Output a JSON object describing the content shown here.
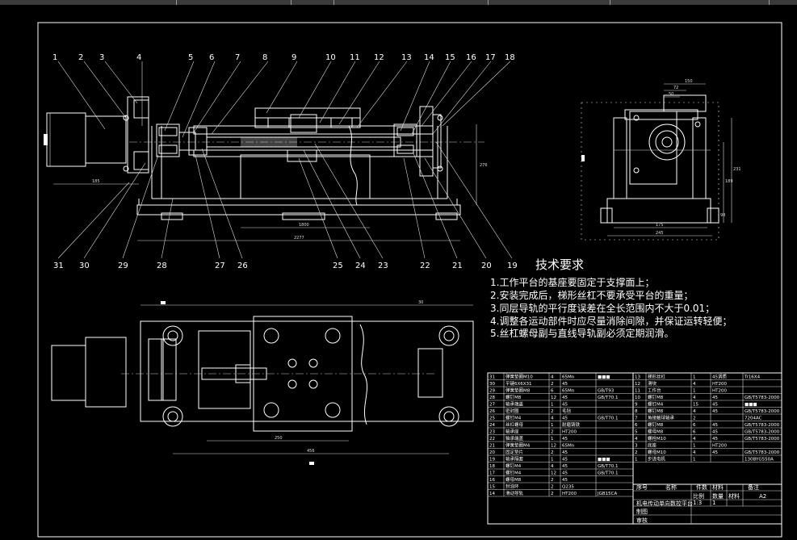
{
  "requirements": {
    "title": "技术要求",
    "items": [
      "1.工作平台的基座要固定于支撑面上；",
      "2.安装完成后，梯形丝杠不要承受平台的重量；",
      "3.同层导轨的平行度误差在全长范围内不大于0.01；",
      "4.调整各运动部件时应尽量消除间隙，并保证运转轻便；",
      "5.丝杠螺母副与直线导轨副必须定期润滑。"
    ]
  },
  "callouts_top": [
    "1",
    "2",
    "3",
    "4",
    "5",
    "6",
    "7",
    "8",
    "9",
    "10",
    "11",
    "12",
    "13",
    "14",
    "15",
    "16",
    "17",
    "18"
  ],
  "callouts_bottom": [
    "31",
    "30",
    "29",
    "28",
    "27",
    "26",
    "25",
    "24",
    "23",
    "22",
    "21",
    "20",
    "19"
  ],
  "dims_front": {
    "d1": "1800",
    "d2": "2277",
    "d3": "185",
    "d4": "276"
  },
  "dims_side": {
    "w1": "150",
    "w2": "72",
    "w3": "50",
    "b1": "175",
    "b2": "245",
    "h1": "189",
    "h2": "231",
    "h3": "98"
  },
  "dims_plan": {
    "a": "250",
    "b": "456",
    "c": "30"
  },
  "bom_left": [
    [
      "31",
      "弹簧垫圈M10",
      "4",
      "65Mn",
      "■■■"
    ],
    [
      "30",
      "平键6X6X31",
      "2",
      "45",
      ""
    ],
    [
      "29",
      "弹簧垫圈M8",
      "6",
      "65Mn",
      "GB/T93"
    ],
    [
      "28",
      "螺钉M8",
      "12",
      "45",
      "GB/T70.1"
    ],
    [
      "27",
      "轴承端盖",
      "1",
      "45",
      ""
    ],
    [
      "26",
      "密封圈",
      "2",
      "毛毡",
      ""
    ],
    [
      "25",
      "螺钉M4",
      "4",
      "45",
      "GB/T70.1"
    ],
    [
      "24",
      "丝杠螺母",
      "1",
      "耐磨铸铁",
      ""
    ],
    [
      "23",
      "轴承座",
      "2",
      "HT200",
      ""
    ],
    [
      "22",
      "轴承端盖",
      "1",
      "45",
      ""
    ],
    [
      "21",
      "弹簧垫圈M4",
      "12",
      "65Mn",
      ""
    ],
    [
      "20",
      "固定垫片",
      "2",
      "45",
      ""
    ],
    [
      "19",
      "轴承隔套",
      "1",
      "45",
      "■■■"
    ],
    [
      "18",
      "螺钉M4",
      "4",
      "45",
      "GB/T70.1"
    ],
    [
      "17",
      "螺钉M4",
      "12",
      "45",
      "GB/T70.1"
    ],
    [
      "16",
      "螺母M8",
      "2",
      "45",
      ""
    ],
    [
      "15",
      "封油环",
      "2",
      "Q235",
      ""
    ],
    [
      "14",
      "滑动导轨",
      "2",
      "HT200",
      "JGB15CA"
    ]
  ],
  "bom_right": [
    [
      "13",
      "梯形丝杠",
      "1",
      "45调质",
      "Tr16X4"
    ],
    [
      "12",
      "滑块",
      "4",
      "HT200",
      ""
    ],
    [
      "11",
      "工作台",
      "1",
      "HT200",
      ""
    ],
    [
      "10",
      "螺钉M8",
      "4",
      "45",
      "GB/T5783-2000"
    ],
    [
      "9",
      "螺钉M4",
      "15",
      "45",
      "■■■"
    ],
    [
      "8",
      "螺钉M8",
      "4",
      "45",
      "GB/T5783-2000"
    ],
    [
      "7",
      "角接触球轴承",
      "2",
      "",
      "7204AC"
    ],
    [
      "6",
      "螺钉M8",
      "6",
      "45",
      "GB/T5783-2000"
    ],
    [
      "5",
      "螺母M8",
      "6",
      "45",
      "GB/T5783-2000"
    ],
    [
      "4",
      "螺栓M10",
      "4",
      "45",
      "GB/T5783-2000"
    ],
    [
      "3",
      "底座",
      "1",
      "HT200",
      ""
    ],
    [
      "2",
      "螺母M10",
      "4",
      "45",
      "GB/T5783-2000"
    ],
    [
      "1",
      "步进电机",
      "1",
      "",
      "130BYG550A"
    ]
  ],
  "title_block": {
    "col_seq": "序号",
    "col_name": "名称",
    "col_qty": "件数",
    "col_mat": "材料",
    "col_note": "备注",
    "drawing_name": "机电传动单向数控平台",
    "scale_label": "比例",
    "qty_label": "数量",
    "mat_label": "材料",
    "sheet_size": "A2",
    "scale_value": "1:3",
    "qty_value": "1",
    "drawn_label": "制图",
    "check_label": "审核"
  },
  "colors": {
    "background": "#000000",
    "lines": "#ffffff",
    "topbar": "#3a3a3a"
  }
}
